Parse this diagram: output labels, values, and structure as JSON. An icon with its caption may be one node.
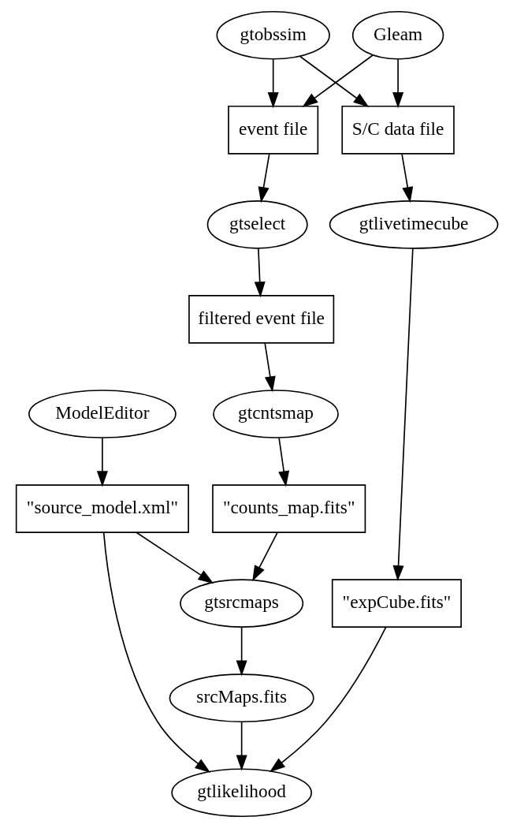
{
  "diagram": {
    "nodes": [
      {
        "text": [
          "gtobssim"
        ]
      },
      {
        "text": [
          "Gleam"
        ]
      },
      {
        "text": [
          "S/C data file"
        ]
      },
      {
        "text": [
          "event file"
        ]
      },
      {
        "text": [
          "gtselect"
        ]
      },
      {
        "text": [
          "gtlivetimecube"
        ]
      },
      {
        "text": [
          "filtered event file"
        ]
      },
      {
        "text": [
          "ModelEditor"
        ]
      },
      {
        "text": [
          "gtcntsmap"
        ]
      },
      {
        "text": [
          "\"source_model.xml\""
        ]
      },
      {
        "text": [
          "\"counts_map.fits\""
        ]
      },
      {
        "text": [
          "\"expCube.fits\""
        ]
      },
      {
        "text": [
          "gtsrcmaps"
        ]
      },
      {
        "text": [
          "srcMaps.fits"
        ]
      },
      {
        "text": [
          "gtlikelihood"
        ]
      }
    ],
    "edges": [
      {
        "from": 0,
        "to": 2,
        "arrow": "to"
      },
      {
        "from": 0,
        "to": 3,
        "arrow": "to"
      },
      {
        "from": 1,
        "to": 2,
        "arrow": "to"
      },
      {
        "from": 1,
        "to": 3,
        "arrow": "to"
      },
      {
        "from": 3,
        "to": 4,
        "arrow": "to"
      },
      {
        "from": 2,
        "to": 5,
        "arrow": "to"
      },
      {
        "from": 4,
        "to": 6,
        "arrow": "to"
      },
      {
        "from": 6,
        "to": 8,
        "arrow": "to"
      },
      {
        "from": 7,
        "to": 9,
        "arrow": "to"
      },
      {
        "from": 8,
        "to": 10,
        "arrow": "to"
      },
      {
        "from": 5,
        "to": 11,
        "arrow": "to"
      },
      {
        "from": 9,
        "to": 12,
        "arrow": "to"
      },
      {
        "from": 10,
        "to": 12,
        "arrow": "to"
      },
      {
        "from": 12,
        "to": 13,
        "arrow": "to"
      },
      {
        "from": 11,
        "to": 14,
        "arrow": "to"
      },
      {
        "from": 9,
        "to": 14,
        "arrow": "to"
      },
      {
        "from": 13,
        "to": 14,
        "arrow": "to"
      }
    ]
  }
}
